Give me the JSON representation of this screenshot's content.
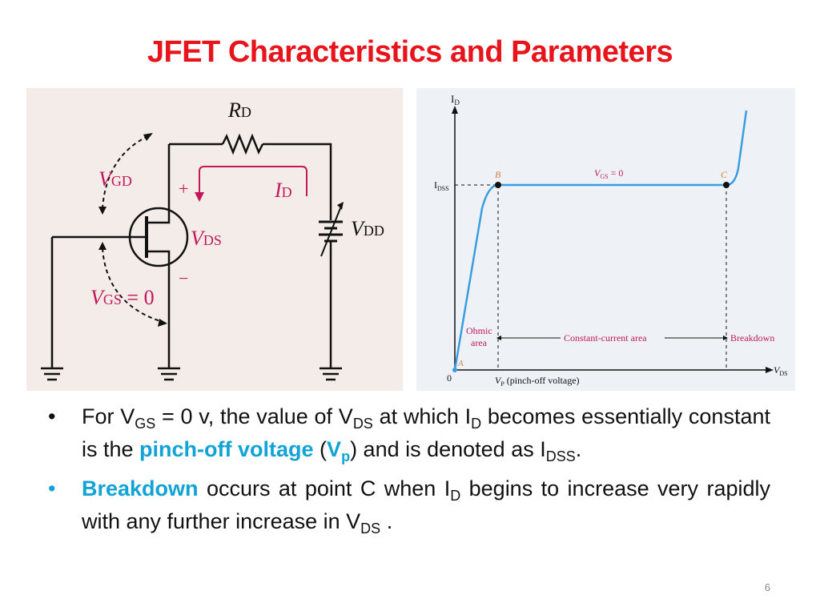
{
  "title": "JFET Characteristics and Parameters",
  "circuit": {
    "rd": "R",
    "rd_sub": "D",
    "vgd": "V",
    "vgd_sub": "GD",
    "id": "I",
    "id_sub": "D",
    "plus": "+",
    "minus": "−",
    "vds": "V",
    "vds_sub": "DS",
    "vdd": "V",
    "vdd_sub": "DD",
    "vgs": "V",
    "vgs_sub": "GS",
    "vgs_eq": " = 0"
  },
  "graph": {
    "y_axis": "I",
    "y_axis_sub": "D",
    "idss": "I",
    "idss_sub": "DSS",
    "point_b": "B",
    "point_c": "C",
    "vgs_curve": "V",
    "vgs_curve_sub": "GS",
    "vgs_curve_eq": " = 0",
    "ohmic_1": "Ohmic",
    "ohmic_2": "area",
    "constant": "Constant-current area",
    "breakdown": "Breakdown",
    "origin": "0",
    "point_a": "A",
    "vp": "V",
    "vp_sub": "P",
    "vp_note": " (pinch-off voltage)",
    "x_axis": "V",
    "x_axis_sub": "DS"
  },
  "bullets": {
    "b1": {
      "t1": "For V",
      "s1": "GS",
      "t2": " = 0 v, the value of V",
      "s2": "DS",
      "t3": " at which I",
      "s3": "D",
      "t4": " becomes essentially constant is the ",
      "hl1": "pinch-off voltage",
      "t5": " (",
      "hl2": "V",
      "hl2s": "p",
      "t6": ") and is denoted as I",
      "s4": "DSS",
      "t7": "."
    },
    "b2": {
      "hl": "Breakdown",
      "t1": " occurs at point C when I",
      "s1": "D",
      "t2": " begins to increase very rapidly with any further increase in V",
      "s2": "DS",
      "t3": " ."
    }
  },
  "page_number": "6",
  "colors": {
    "title": "#e8141b",
    "highlight": "#12a3d6",
    "curve": "#3a9de0",
    "circuit_label": "#c2185b"
  }
}
